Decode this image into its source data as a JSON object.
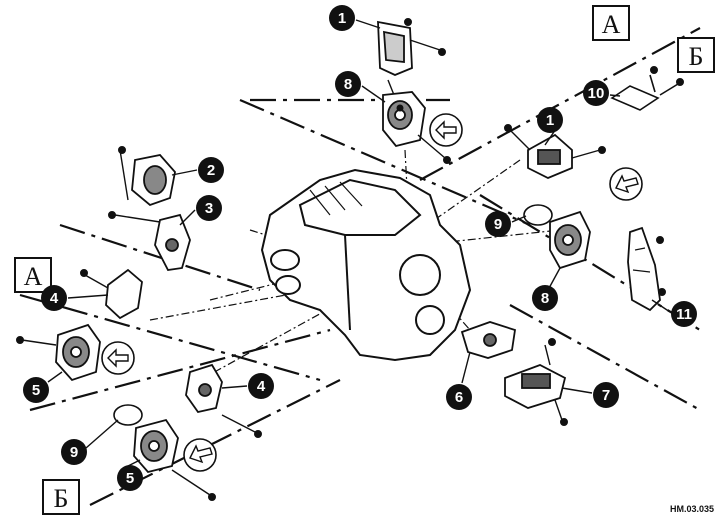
{
  "diagram": {
    "view_label_a": "А",
    "view_label_b": "Б",
    "reference_code": "HM.03.035",
    "callouts": [
      {
        "id": "c1-top",
        "label": "1"
      },
      {
        "id": "c8-top",
        "label": "8"
      },
      {
        "id": "c10",
        "label": "10"
      },
      {
        "id": "c1-right",
        "label": "1"
      },
      {
        "id": "c2",
        "label": "2"
      },
      {
        "id": "c3",
        "label": "3"
      },
      {
        "id": "c9-right",
        "label": "9"
      },
      {
        "id": "c8-right",
        "label": "8"
      },
      {
        "id": "c11",
        "label": "11"
      },
      {
        "id": "c4-left",
        "label": "4"
      },
      {
        "id": "c5-left",
        "label": "5"
      },
      {
        "id": "c4-mid",
        "label": "4"
      },
      {
        "id": "c6",
        "label": "6"
      },
      {
        "id": "c7",
        "label": "7"
      },
      {
        "id": "c9-left",
        "label": "9"
      },
      {
        "id": "c5-bottom",
        "label": "5"
      }
    ]
  }
}
